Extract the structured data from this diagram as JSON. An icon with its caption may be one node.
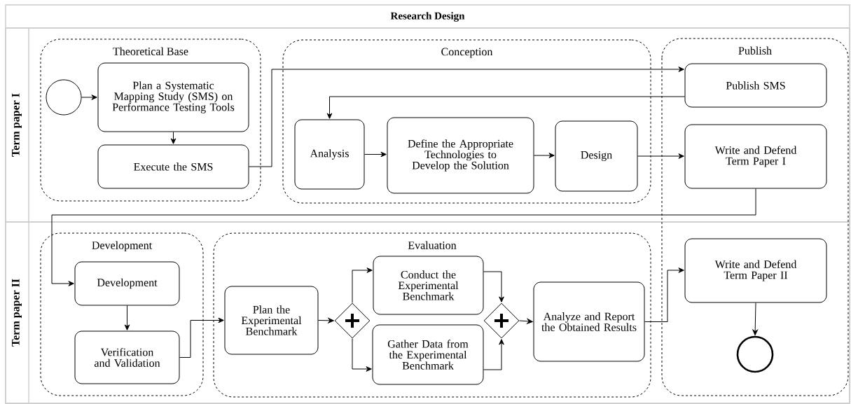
{
  "diagram": {
    "nodes": [
      {
        "text": [
          "Research Design"
        ]
      },
      {
        "text": [
          "Term paper I"
        ],
        "in": 0
      },
      {
        "text": [
          "Term paper II"
        ],
        "in": 0
      },
      {
        "text": [
          "Theoretical Base"
        ],
        "in": 1
      },
      {
        "text": [
          "Conception"
        ],
        "in": 1
      },
      {
        "text": [
          "Development"
        ],
        "in": 2
      },
      {
        "text": [
          "Evaluation"
        ],
        "in": 2
      },
      {
        "text": [],
        "shape": "circle",
        "in": 3
      },
      {
        "text": [
          "Plan a Systematic Mapping Study (SMS) on Performance Testing Tools"
        ],
        "in": 3
      },
      {
        "text": [
          "Execute the SMS"
        ],
        "in": 3
      },
      {
        "text": [
          "Analysis"
        ],
        "in": 4
      },
      {
        "text": [
          "Define the Appropriate Technologies to Develop the Solution"
        ],
        "in": 4
      },
      {
        "text": [
          "Design"
        ],
        "in": 4
      },
      {
        "text": [
          "Publish SMS"
        ],
        "in": 1
      },
      {
        "text": [
          "Write and Defend Term Paper I"
        ],
        "in": 1
      },
      {
        "text": [
          "Development"
        ],
        "in": 5
      },
      {
        "text": [
          "Verification and Validation"
        ],
        "in": 5
      },
      {
        "text": [
          "Plan the Experimental Benchmark"
        ],
        "in": 6
      },
      {
        "text": [],
        "shape": "diamond",
        "in": 6
      },
      {
        "text": [
          "Conduct the Experimental Benchmark"
        ],
        "in": 6
      },
      {
        "text": [
          "Gather Data from the Experimental Benchmark"
        ],
        "in": 6
      },
      {
        "text": [],
        "shape": "diamond",
        "in": 6
      },
      {
        "text": [
          "Analyze and Report the Obtained Results"
        ],
        "in": 6
      },
      {
        "text": [
          "Write and Defend Term Paper II"
        ],
        "in": 2
      },
      {
        "text": [],
        "shape": "circle",
        "in": 2
      }
    ],
    "edges": [
      {
        "from": 7,
        "to": 8,
        "arrow": "to"
      },
      {
        "from": 8,
        "to": 9,
        "arrow": "to"
      },
      {
        "from": 9,
        "to": 13,
        "arrow": "to"
      },
      {
        "from": 13,
        "to": 10,
        "arrow": "to"
      },
      {
        "from": 10,
        "to": 11,
        "arrow": "to"
      },
      {
        "from": 11,
        "to": 12,
        "arrow": "to"
      },
      {
        "from": 12,
        "to": 14,
        "arrow": "to"
      },
      {
        "from": 14,
        "to": 15,
        "arrow": "to"
      },
      {
        "from": 15,
        "to": 16,
        "arrow": "to"
      },
      {
        "from": 16,
        "to": 17,
        "arrow": "to"
      },
      {
        "from": 17,
        "to": 18,
        "arrow": "to"
      },
      {
        "from": 18,
        "to": 19,
        "arrow": "to"
      },
      {
        "from": 18,
        "to": 20,
        "arrow": "to"
      },
      {
        "from": 19,
        "to": 21,
        "arrow": "to"
      },
      {
        "from": 20,
        "to": 21,
        "arrow": "to"
      },
      {
        "from": 21,
        "to": 22,
        "arrow": "to"
      },
      {
        "from": 22,
        "to": 23,
        "arrow": "to"
      },
      {
        "from": 23,
        "to": 24,
        "arrow": "to"
      }
    ],
    "labels": [
      "Publish"
    ]
  }
}
